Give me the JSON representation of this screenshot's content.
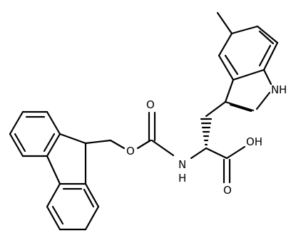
{
  "structure": {
    "atom_labels": {
      "carbonyl_O": "O",
      "ester_O": "O",
      "amide_N": "N",
      "amide_H": "H",
      "acid_OH": "OH",
      "acid_O": "O",
      "indole_N": "N",
      "indole_H": "H"
    },
    "stereo_bond": "hashed wedge"
  }
}
